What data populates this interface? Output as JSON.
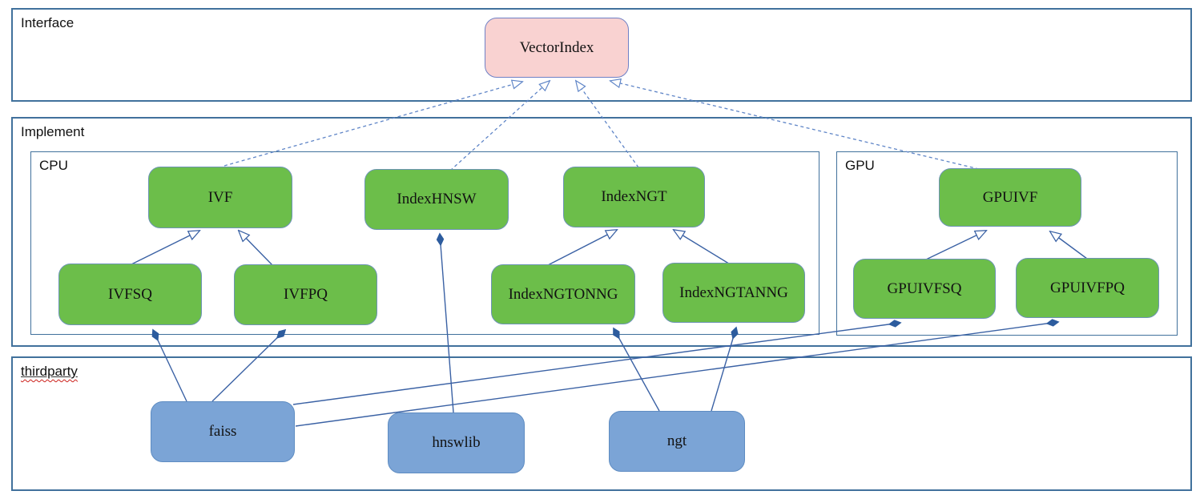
{
  "containers": {
    "interface": {
      "label": "Interface"
    },
    "implement": {
      "label": "Implement"
    },
    "cpu": {
      "label": "CPU"
    },
    "gpu": {
      "label": "GPU"
    },
    "thirdparty": {
      "label": "thirdparty"
    }
  },
  "nodes": {
    "vectorindex": {
      "label": "VectorIndex",
      "kind": "interface"
    },
    "ivf": {
      "label": "IVF",
      "kind": "cpu-class"
    },
    "indexhnsw": {
      "label": "IndexHNSW",
      "kind": "cpu-class"
    },
    "indexngt": {
      "label": "IndexNGT",
      "kind": "cpu-class"
    },
    "ivfsq": {
      "label": "IVFSQ",
      "kind": "cpu-class"
    },
    "ivfpq": {
      "label": "IVFPQ",
      "kind": "cpu-class"
    },
    "indexngtonng": {
      "label": "IndexNGTONNG",
      "kind": "cpu-class"
    },
    "indexngtanng": {
      "label": "IndexNGTANNG",
      "kind": "cpu-class"
    },
    "gpuivf": {
      "label": "GPUIVF",
      "kind": "gpu-class"
    },
    "gpuivfsq": {
      "label": "GPUIVFSQ",
      "kind": "gpu-class"
    },
    "gpuivfpq": {
      "label": "GPUIVFPQ",
      "kind": "gpu-class"
    },
    "faiss": {
      "label": "faiss",
      "kind": "thirdparty-lib"
    },
    "hnswlib": {
      "label": "hnswlib",
      "kind": "thirdparty-lib"
    },
    "ngt": {
      "label": "ngt",
      "kind": "thirdparty-lib"
    }
  },
  "edges": [
    {
      "from": "IVF",
      "to": "VectorIndex",
      "type": "realization-dashed-hollow-arrow"
    },
    {
      "from": "IndexHNSW",
      "to": "VectorIndex",
      "type": "realization-dashed-hollow-arrow"
    },
    {
      "from": "IndexNGT",
      "to": "VectorIndex",
      "type": "realization-dashed-hollow-arrow"
    },
    {
      "from": "GPUIVF",
      "to": "VectorIndex",
      "type": "realization-dashed-hollow-arrow"
    },
    {
      "from": "IVFSQ",
      "to": "IVF",
      "type": "generalization-hollow-arrow"
    },
    {
      "from": "IVFPQ",
      "to": "IVF",
      "type": "generalization-hollow-arrow"
    },
    {
      "from": "IndexNGTONNG",
      "to": "IndexNGT",
      "type": "generalization-hollow-arrow"
    },
    {
      "from": "IndexNGTANNG",
      "to": "IndexNGT",
      "type": "generalization-hollow-arrow"
    },
    {
      "from": "GPUIVFSQ",
      "to": "GPUIVF",
      "type": "generalization-hollow-arrow"
    },
    {
      "from": "GPUIVFPQ",
      "to": "GPUIVF",
      "type": "generalization-hollow-arrow"
    },
    {
      "from": "faiss",
      "to": "IVFSQ",
      "type": "composition-filled-diamond"
    },
    {
      "from": "faiss",
      "to": "IVFPQ",
      "type": "composition-filled-diamond"
    },
    {
      "from": "faiss",
      "to": "GPUIVFSQ",
      "type": "composition-filled-diamond"
    },
    {
      "from": "faiss",
      "to": "GPUIVFPQ",
      "type": "composition-filled-diamond"
    },
    {
      "from": "hnswlib",
      "to": "IndexHNSW",
      "type": "composition-filled-diamond"
    },
    {
      "from": "ngt",
      "to": "IndexNGTONNG",
      "type": "composition-filled-diamond"
    },
    {
      "from": "ngt",
      "to": "IndexNGTANNG",
      "type": "composition-filled-diamond"
    }
  ],
  "colors": {
    "container_border": "#41719c",
    "interface_node_fill": "#f9d2d1",
    "interface_node_border": "#7081c6",
    "impl_node_fill": "#6cbe4a",
    "impl_node_border": "#6d94b5",
    "thirdparty_node_fill": "#7ba4d6",
    "thirdparty_node_border": "#5e8cc2",
    "edge_solid": "#3a61a4",
    "edge_dashed": "#5f85c7",
    "diamond_fill": "#2d5c9e",
    "spellcheck_underline": "#cc1f1a",
    "label_text": "#111111"
  }
}
